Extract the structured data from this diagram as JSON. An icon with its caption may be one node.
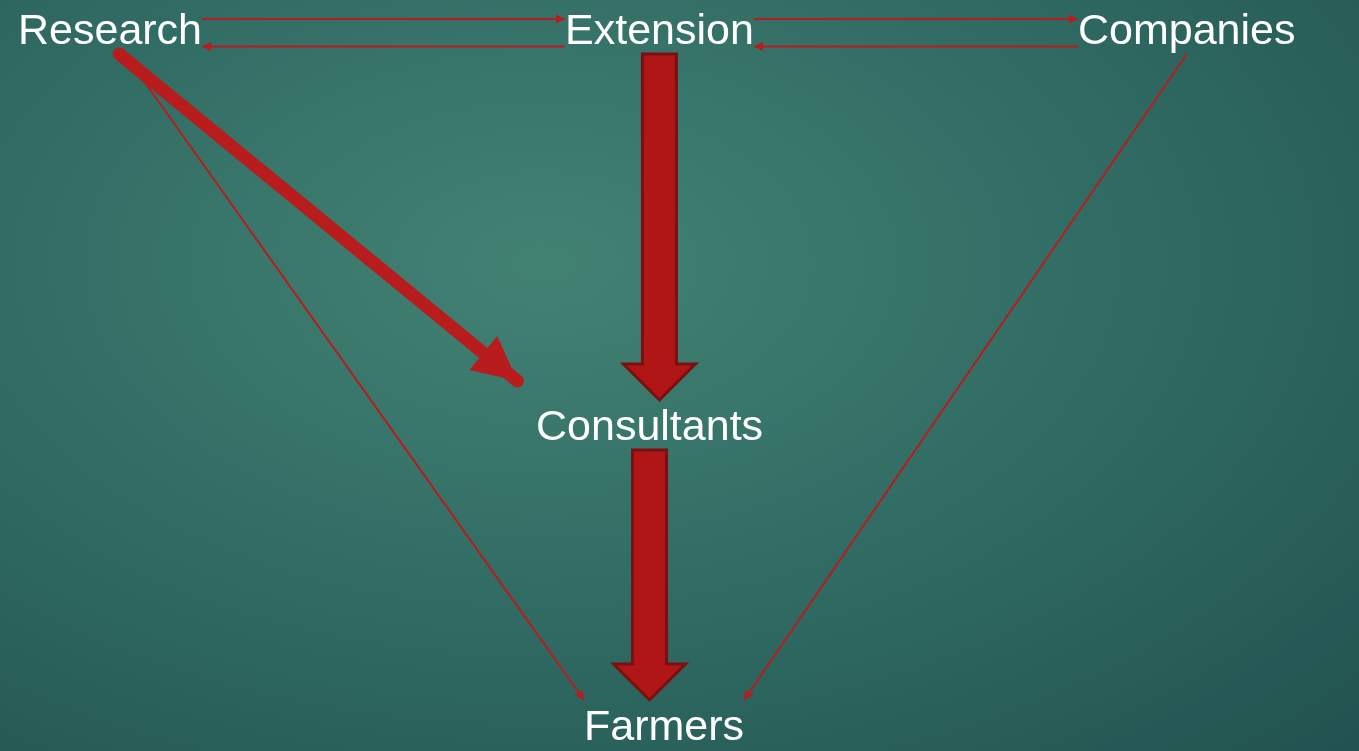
{
  "diagram": {
    "nodes": [
      {
        "text": [
          "Research"
        ]
      },
      {
        "text": [
          "Extension"
        ]
      },
      {
        "text": [
          "Companies"
        ]
      },
      {
        "text": [
          "Consultants"
        ]
      },
      {
        "text": [
          "Farmers"
        ]
      }
    ],
    "edges": [
      {
        "from": 0,
        "to": 1,
        "arrow": "to"
      },
      {
        "from": 1,
        "to": 0,
        "arrow": "to"
      },
      {
        "from": 1,
        "to": 2,
        "arrow": "to"
      },
      {
        "from": 2,
        "to": 1,
        "arrow": "to"
      },
      {
        "from": 0,
        "to": 3,
        "arrow": "to",
        "style": "thick"
      },
      {
        "from": 0,
        "to": 4,
        "arrow": "to"
      },
      {
        "from": 1,
        "to": 3,
        "arrow": "to",
        "style": "thick"
      },
      {
        "from": 3,
        "to": 4,
        "arrow": "to",
        "style": "thick"
      },
      {
        "from": 2,
        "to": 4,
        "arrow": "to"
      }
    ]
  }
}
